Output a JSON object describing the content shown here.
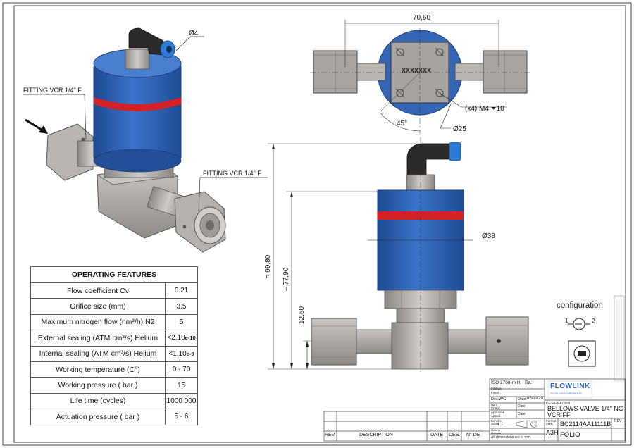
{
  "table": {
    "title": "OPERATING FEATURES",
    "rows": [
      {
        "label": "Flow coefficient Cv",
        "value": "0.21"
      },
      {
        "label": "Orifice size (mm)",
        "value": "3.5"
      },
      {
        "label": "Maximum nitrogen flow (nm³/h) N2",
        "value": "5"
      },
      {
        "label": "External sealing (ATM cm³/s) Helium",
        "value_main": "<2.10",
        "value_sup": "e-10"
      },
      {
        "label": "Internal sealing (ATM cm³/s) Helium",
        "value_main": "<1.10",
        "value_sup": "e-9"
      },
      {
        "label": "Working temperature (C°)",
        "value": "0 - 70"
      },
      {
        "label": "Working pressure ( bar )",
        "value": "15"
      },
      {
        "label": "Life time (cycles)",
        "value": "1000 000"
      },
      {
        "label": "Actuation pressure ( bar )",
        "value": "5 - 6"
      }
    ]
  },
  "callouts": {
    "fitting_left": "FITTING VCR 1/4\" F",
    "fitting_right": "FITTING VCR 1/4\" F",
    "dia4": "Ø4",
    "width_top": "70,60",
    "holes": "(x4) M4 ⏷10",
    "dia25": "Ø25",
    "angle": "45°",
    "marking": "XXXXXXX",
    "dia38": "Ø38",
    "h_total": "≈ 99,80",
    "h_mid": "≈ 77,90",
    "h_low": "12,50"
  },
  "configuration": {
    "title": "configuration",
    "port1": "1",
    "port2": "2"
  },
  "title_block": {
    "iso": "ISO 2768-m H",
    "ra": "Ra:",
    "finition": "Finition",
    "finish": "Finish",
    "dess_label": "Des:",
    "dess_value": "WO",
    "date_label": "Date:",
    "date_value": "05/11/20",
    "verif": "Verif.",
    "check": "Check",
    "approuve": "Approuvé",
    "approved": "Appvd.",
    "date2": "Date",
    "date3": "Date",
    "echelle": "Echelle",
    "scale": "Scale",
    "scale_value": "1:1",
    "matiere": "Matière",
    "material": "Material",
    "dims_note": "All dimensions are in mm",
    "brand": "FLOWLINK",
    "brand_tagline": "FLUID LAB COMPONENTS",
    "designation_label": "DESIGNATION",
    "designation_1": "BELLOWS VALVE 1/4\" NC",
    "designation_2": "VCR FF",
    "format_label": "Format",
    "size_label": "SIZE",
    "format_value": "A3H",
    "part_number": "BC2114AA11111B",
    "rev_label": "REV",
    "folio": "FOLIO",
    "rev_col": "REV.",
    "description_col": "DESCRIPTION",
    "date_col": "DATE",
    "des_col": "DES.",
    "nde_col": "N° DE"
  },
  "colors": {
    "actuator_blue": "#2e62b0",
    "seal_red": "#d42027",
    "steel": "#a9a4a0",
    "line": "#222222"
  }
}
